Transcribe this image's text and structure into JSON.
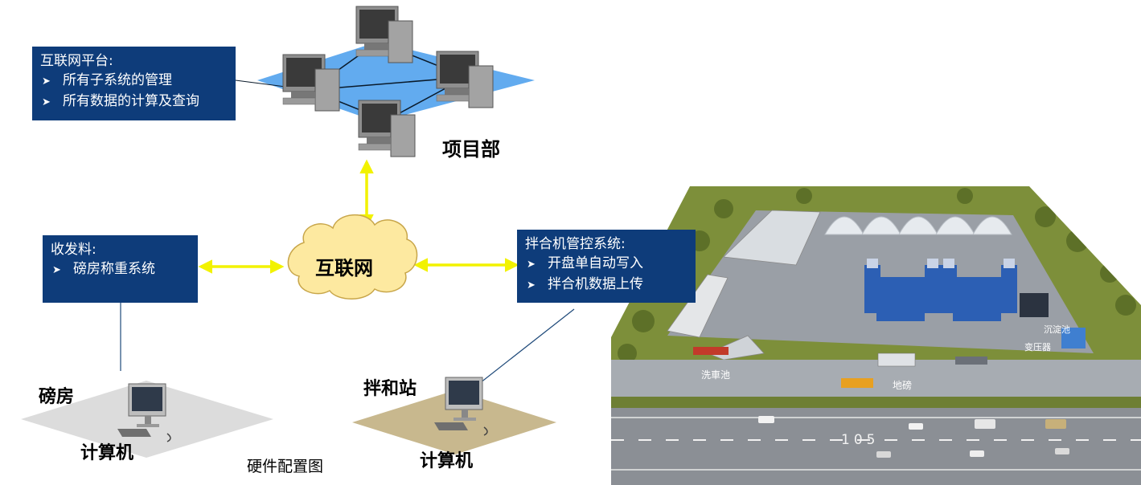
{
  "internet_platform": {
    "title": "互联网平台:",
    "items": [
      "所有子系统的管理",
      "所有数据的计算及查询"
    ]
  },
  "receiving": {
    "title": "收发料:",
    "items": [
      "磅房称重系统"
    ]
  },
  "mixer_control": {
    "title": "拌合机管控系统:",
    "items": [
      "开盘单自动写入",
      "拌合机数据上传"
    ]
  },
  "labels": {
    "project_dept": "项目部",
    "internet": "互联网",
    "weighbridge_house": "磅房",
    "computer_1": "计算机",
    "mixing_station": "拌和站",
    "computer_2": "计算机",
    "caption": "硬件配置图"
  },
  "site_labels": {
    "car_wash": "洗車池",
    "weighbridge": "地磅",
    "sediment_tank": "沉淀池",
    "transformer": "变压器",
    "road_number": "105"
  },
  "colors": {
    "box_fill": "#0e3c7a",
    "arrow": "#f2f200",
    "network_plane": "#5aa6ee",
    "cloud": "#fde9a0"
  }
}
